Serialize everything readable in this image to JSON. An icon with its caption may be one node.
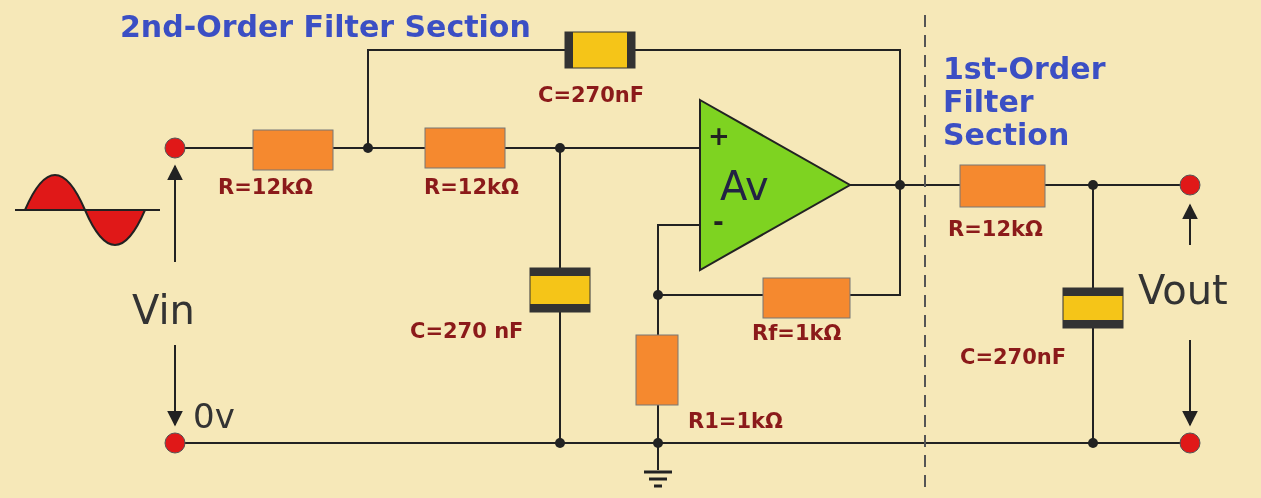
{
  "diagram": {
    "labels": [
      "2nd-Order Filter Section",
      "1st-Order Filter Section",
      "C=270nF",
      "+",
      "R=12kΩ",
      "R=12kΩ",
      "Av",
      "R=12kΩ",
      "-",
      "Vin",
      "C=270 nF",
      "Rf=1kΩ",
      "Vout",
      "C=270nF",
      "0v",
      "R1=1kΩ"
    ]
  }
}
